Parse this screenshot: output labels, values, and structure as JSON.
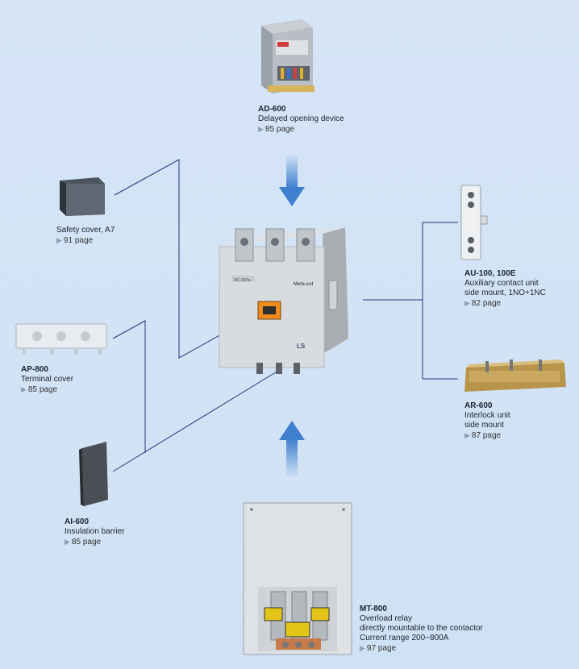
{
  "accessories": {
    "ad600": {
      "code": "AD-600",
      "desc": [
        "Delayed opening device"
      ],
      "page": "85 page"
    },
    "safety_cover": {
      "code": "",
      "desc": [
        "Safety cover, A7"
      ],
      "page": "91 page"
    },
    "ap800": {
      "code": "AP-800",
      "desc": [
        "Terminal cover"
      ],
      "page": "85 page"
    },
    "ai600": {
      "code": "AI-600",
      "desc": [
        "Insulation barrier"
      ],
      "page": "85 page"
    },
    "au100": {
      "code": "AU-100, 100E",
      "desc": [
        "Auxiliary contact unit",
        "side mount, 1NO+1NC"
      ],
      "page": "82 page"
    },
    "ar600": {
      "code": "AR-600",
      "desc": [
        "Interlock unit",
        "side mount"
      ],
      "page": "87 page"
    },
    "mt800": {
      "code": "MT-800",
      "desc": [
        "Overload relay",
        "directly mountable to the contactor",
        "Current range 200~800A"
      ],
      "page": "97 page"
    }
  },
  "contactor": {
    "brand": "LS",
    "maker": "Meta-sol",
    "model": "MC-800a"
  },
  "page_marker": "▶",
  "colors": {
    "background": "#d5e5f6",
    "line": "#1e3a78",
    "arrow": "#3f7fcf"
  }
}
